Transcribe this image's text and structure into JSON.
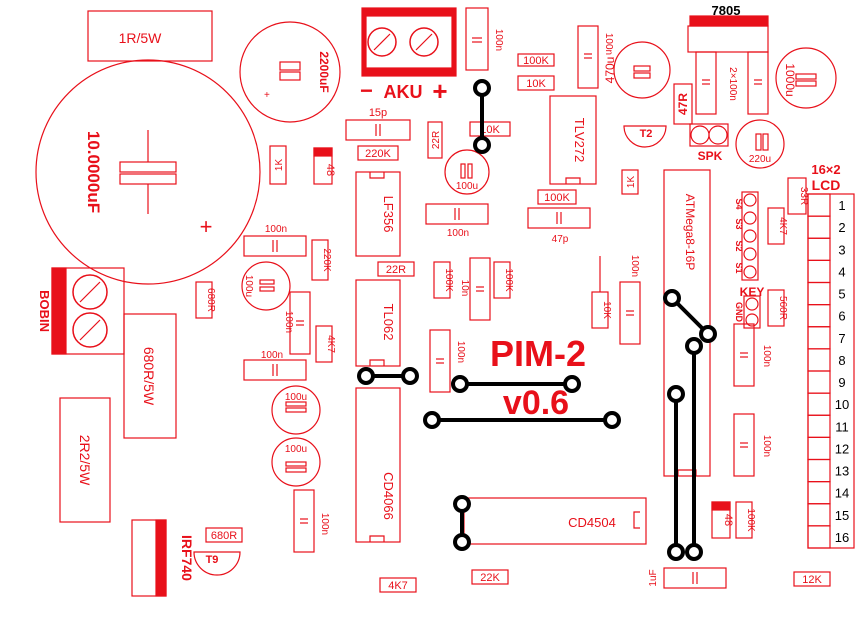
{
  "labels": {
    "r1": "1R/5W",
    "c_big": "10.0000uF",
    "c2200": "2200uF",
    "aku": "AKU",
    "minus": "−",
    "plus": "+",
    "big_plus": "+",
    "reg": "7805",
    "c100n_top": "100n",
    "r100k_a": "100K",
    "r10k_a": "10K",
    "c100n_b": "100n",
    "c470u": "470u",
    "r47r": "47R",
    "c2x100n": "2×100n",
    "c1000u": "1000u",
    "c15p": "15p",
    "r10k_b": "10K",
    "r22r_v": "22R",
    "r220k": "220K",
    "tlv272": "TLV272",
    "t2": "T2",
    "spk": "SPK",
    "c220u": "220u",
    "r1k_a": "1K",
    "r48_a": "48",
    "lf356": "LF356",
    "c100u_a": "100u",
    "r100k_b": "100K",
    "c100n_c": "100n",
    "c47p": "47p",
    "r1k_b": "1K",
    "atmega": "ATMega8-16P",
    "lcd_title": "16×2",
    "lcd": "LCD",
    "r33r": "33R",
    "s4": "S4",
    "s3": "S3",
    "s2": "S2",
    "s1": "S1",
    "r4k7_a": "4K7",
    "key": "KEY",
    "gnd": "GND",
    "r560r": "560R",
    "c100n_d": "100n",
    "r220k_v": "220K",
    "c100u_b": "100u",
    "r22r_h": "22R",
    "r100k_c": "100K",
    "c10n": "10n",
    "r100k_d": "100K",
    "c100n_e": "100n",
    "r10k_c": "10K",
    "bobin": "BOBIN",
    "r680r_v": "680R",
    "r680r_5w": "680R/5W",
    "c100n_f": "100n",
    "r4k7_b": "4K7",
    "tl062": "TL062",
    "c100n_g": "100n",
    "pim": "PIM-2",
    "version": "v0.6",
    "c100n_h": "100n",
    "c100u_c": "100u",
    "c100u_d": "100u",
    "r2r2_5w": "2R2/5W",
    "cd4066": "CD4066",
    "c100n_i": "100n",
    "c100n_j": "100n",
    "cd4504": "CD4504",
    "r48_b": "48",
    "r100k_e": "100K",
    "irf740": "IRF740",
    "r680r_h": "680R",
    "t9": "T9",
    "r4k7_c": "4K7",
    "r22k": "22K",
    "c1uf": "1uF",
    "r12k": "12K",
    "lcd_pins": [
      "1",
      "2",
      "3",
      "4",
      "5",
      "6",
      "7",
      "8",
      "9",
      "10",
      "11",
      "12",
      "13",
      "14",
      "15",
      "16"
    ]
  },
  "colors": {
    "silkscreen": "#e8101a",
    "copper": "#000000",
    "background": "#ffffff"
  }
}
